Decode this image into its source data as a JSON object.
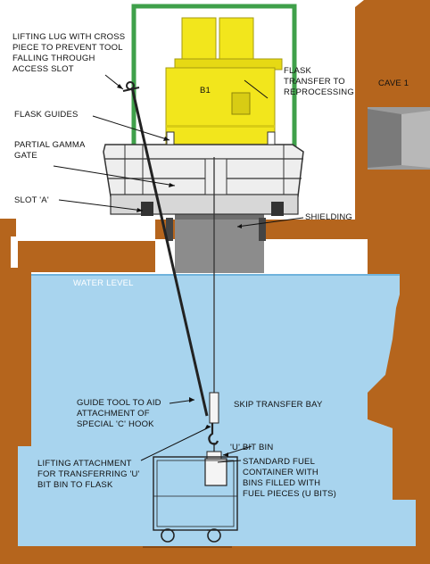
{
  "labels": {
    "lifting_lug": [
      "LIFTING LUG WITH CROSS",
      "PIECE TO PREVENT TOOL",
      "FALLING THROUGH",
      "ACCESS SLOT"
    ],
    "flask_transfer": [
      "FLASK",
      "TRANSFER TO",
      "REPROCESSING"
    ],
    "flask_id": "B1",
    "cave": "CAVE 1",
    "flask_guides": "FLASK GUIDES",
    "partial_gamma_gate": [
      "PARTIAL GAMMA",
      "GATE"
    ],
    "slot_a": "SLOT 'A'",
    "shielding": "SHIELDING",
    "water_level": "WATER LEVEL",
    "guide_tool": [
      "GUIDE TOOL TO AID",
      "ATTACHMENT OF",
      "SPECIAL 'C' HOOK"
    ],
    "skip_transfer_bay": "SKIP TRANSFER BAY",
    "u_bit_bin": "'U' BIT BIN",
    "lifting_attachment": [
      "LIFTING ATTACHMENT",
      "FOR TRANSFERRING 'U'",
      "BIT BIN TO FLASK"
    ],
    "standard_fuel_container": [
      "STANDARD FUEL",
      "CONTAINER WITH",
      "BINS FILLED WITH",
      "FUEL PIECES (U BITS)"
    ]
  },
  "colors": {
    "concrete": "#b5651d",
    "concrete_dark": "#8a4a12",
    "water": "#a8d4ee",
    "flask": "#f2e61c",
    "frame": "#3fa04a",
    "shielding": "#8c8c8c"
  }
}
